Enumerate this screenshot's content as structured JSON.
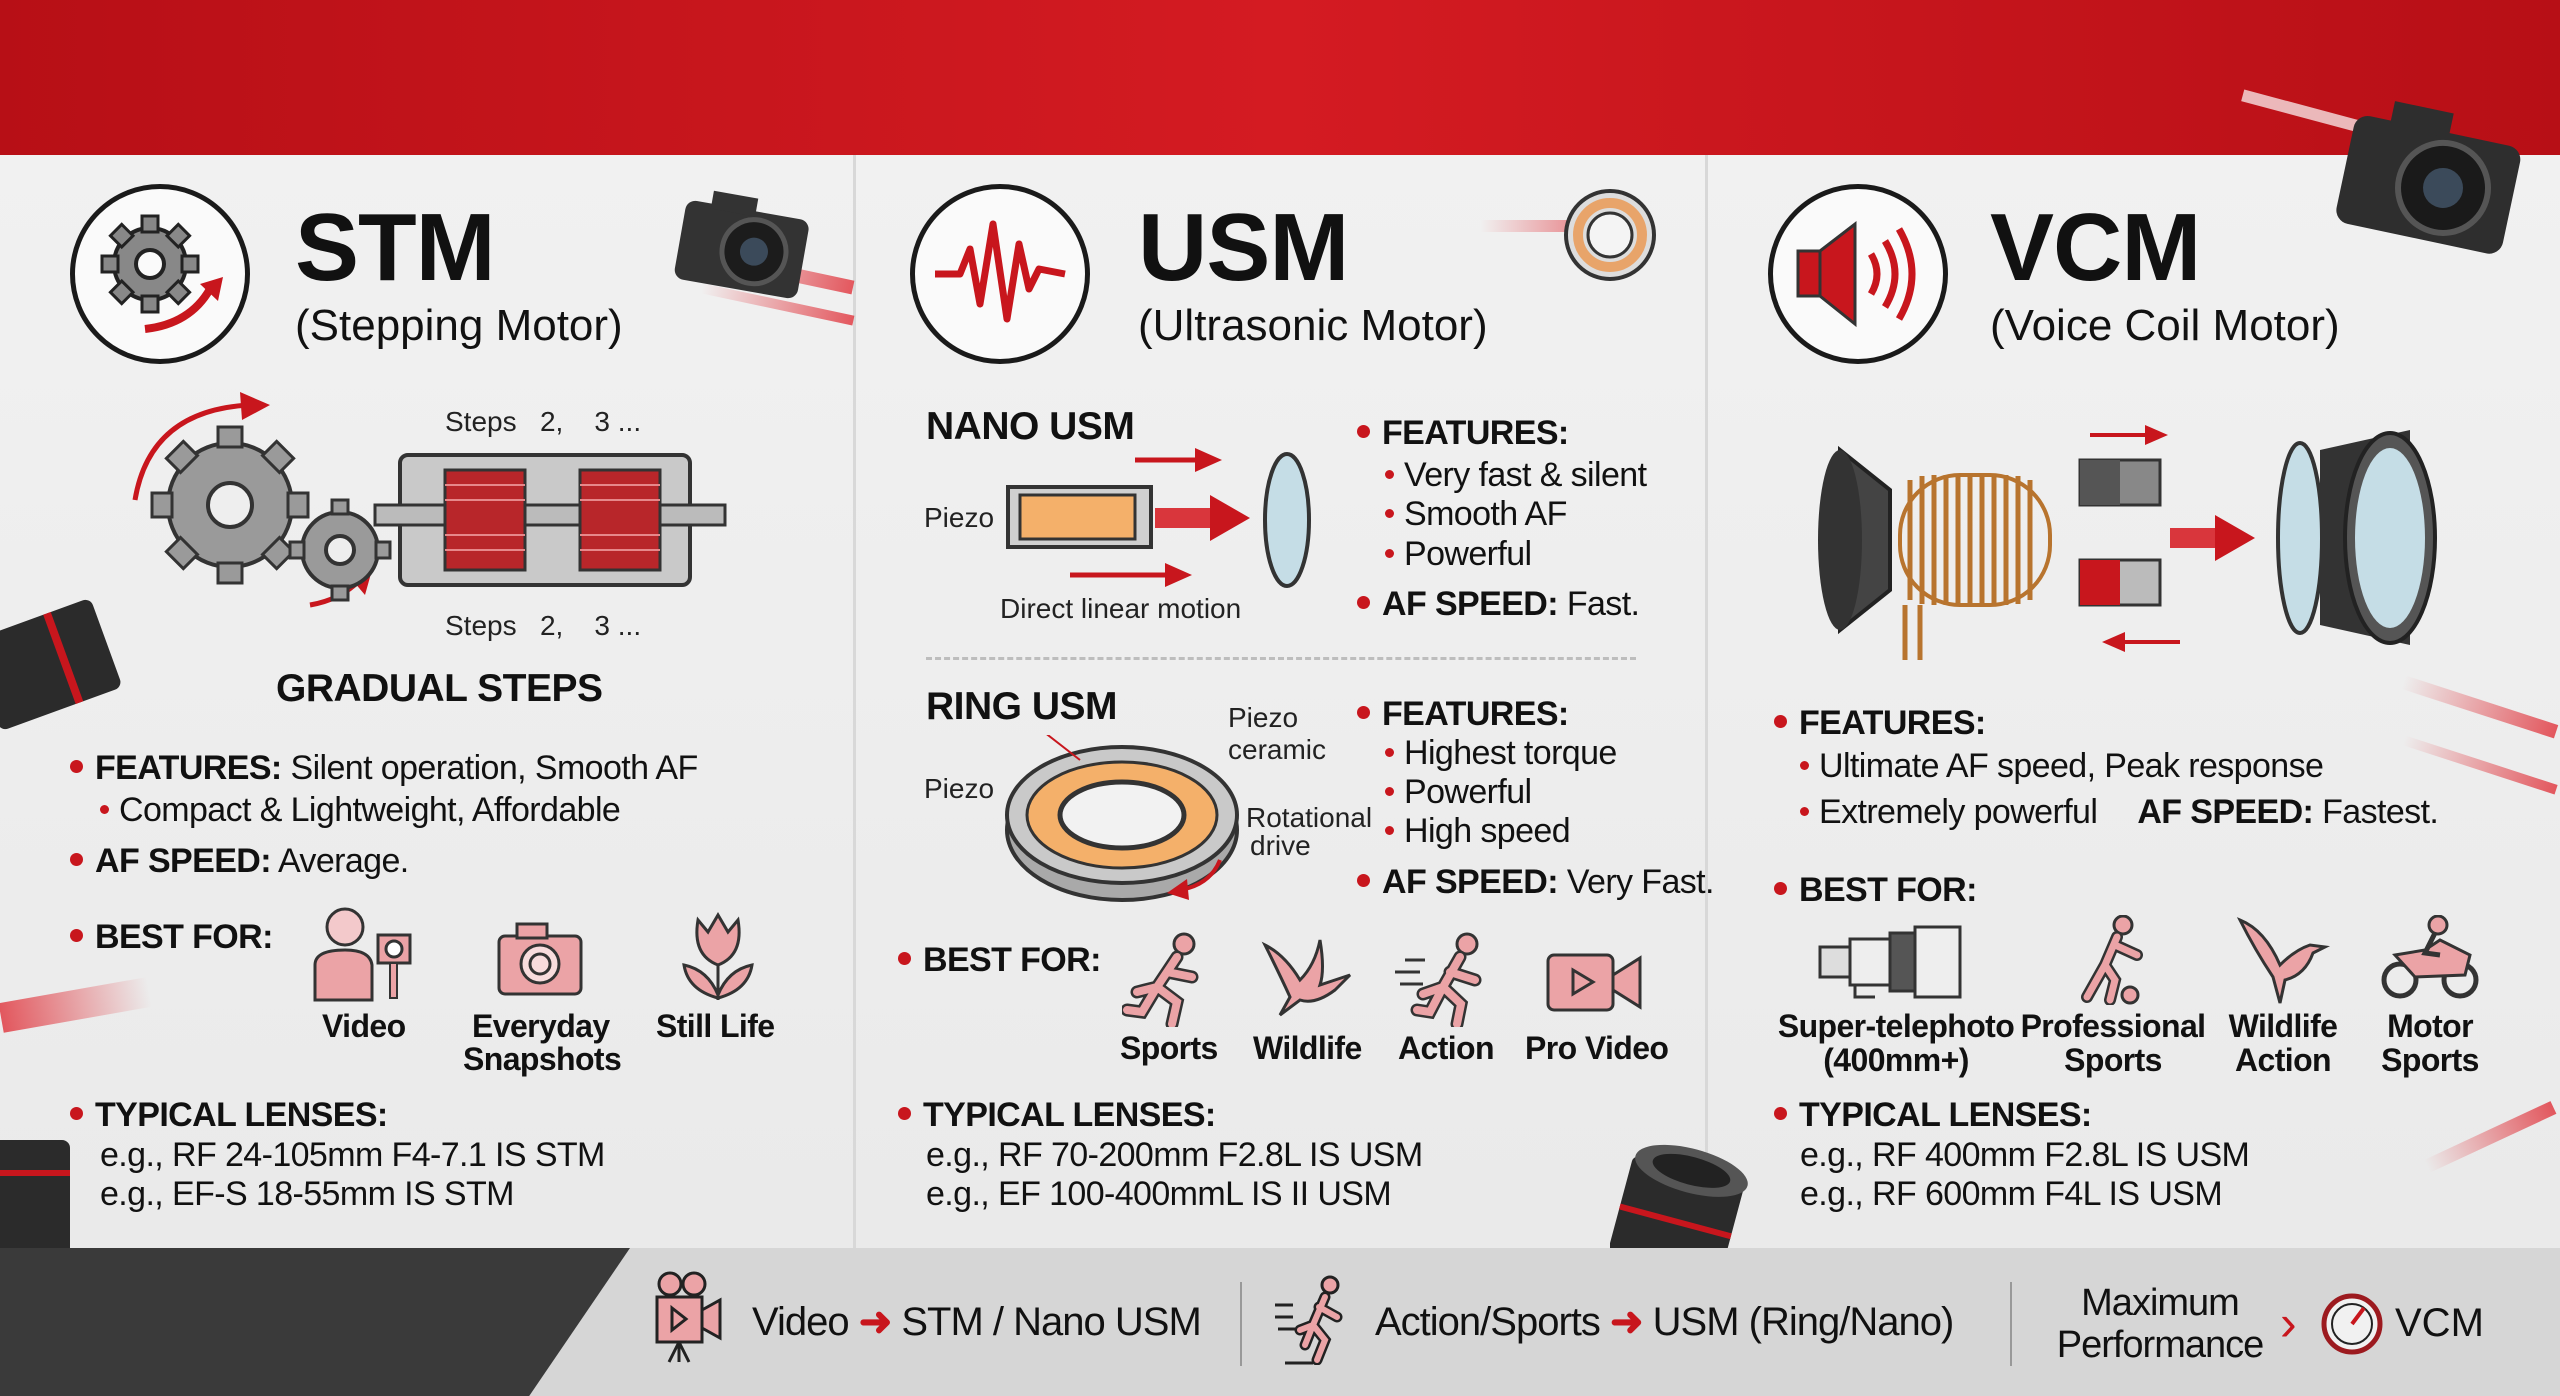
{
  "colors": {
    "accent": "#c8161d",
    "banner": "#c8161d",
    "text": "#111111",
    "icon_fill": "#eba3a6",
    "bottom_bar": "#d9d9d9",
    "bottom_dark": "#3a3a3a"
  },
  "stm": {
    "title": "STM",
    "subtitle": "(Stepping Motor)",
    "icon": "gear-rotation-icon",
    "diagram": {
      "steps_top": "Steps   2,    3 ...",
      "steps_bottom": "Steps   2,    3 ...",
      "caption": "GRADUAL STEPS"
    },
    "features_label": "FEATURES:",
    "features_line1": "Silent operation,  Smooth AF",
    "features_line2": "Compact & Lightweight,  Affordable",
    "af_speed_label": "AF SPEED:",
    "af_speed": "Average.",
    "best_for_label": "BEST FOR:",
    "best_for": [
      {
        "line1": "Video",
        "line2": "",
        "icon": "vlogger-icon"
      },
      {
        "line1": "Everyday",
        "line2": "Snapshots",
        "icon": "camera-icon"
      },
      {
        "line1": "Still Life",
        "line2": "",
        "icon": "tulip-icon"
      }
    ],
    "lenses_label": "TYPICAL LENSES:",
    "lenses": [
      "e.g., RF 24-105mm F4-7.1 IS STM",
      "e.g., EF-S 18-55mm IS STM"
    ]
  },
  "usm": {
    "title": "USM",
    "subtitle": "(Ultrasonic Motor)",
    "icon": "waveform-icon",
    "nano": {
      "title": "NANO USM",
      "piezo_label": "Piezo",
      "motion_label": "Direct linear motion",
      "features_label": "FEATURES:",
      "features": [
        "Very fast & silent",
        "Smooth AF",
        "Powerful"
      ],
      "af_speed_label": "AF SPEED:",
      "af_speed": "Fast."
    },
    "ring": {
      "title": "RING USM",
      "piezo_ceramic_line1": "Piezo",
      "piezo_ceramic_line2": "ceramic",
      "piezo_label": "Piezo",
      "rotational_line1": "Rotational",
      "rotational_line2": "drive",
      "features_label": "FEATURES:",
      "features": [
        "Highest torque",
        "Powerful",
        "High speed"
      ],
      "af_speed_label": "AF SPEED:",
      "af_speed": "Very Fast."
    },
    "best_for_label": "BEST FOR:",
    "best_for": [
      {
        "line1": "Sports",
        "icon": "runner-icon"
      },
      {
        "line1": "Wildlife",
        "icon": "bird-icon"
      },
      {
        "line1": "Action",
        "icon": "sprinter-icon"
      },
      {
        "line1": "Pro Video",
        "icon": "video-camera-icon"
      }
    ],
    "lenses_label": "TYPICAL LENSES:",
    "lenses": [
      "e.g., RF 70-200mm F2.8L IS USM",
      "e.g., EF 100-400mmL IS II USM"
    ]
  },
  "vcm": {
    "title": "VCM",
    "subtitle": "(Voice Coil Motor)",
    "icon": "speaker-icon",
    "features_label": "FEATURES:",
    "features_line1": "Ultimate AF speed,  Peak response",
    "features_line2": "Extremely powerful",
    "af_speed_label": "AF SPEED:",
    "af_speed": "Fastest.",
    "best_for_label": "BEST FOR:",
    "best_for": [
      {
        "line1": "Super-telephoto",
        "line2": "(400mm+)",
        "icon": "telephoto-lens-icon"
      },
      {
        "line1": "Professional",
        "line2": "Sports",
        "icon": "soccer-player-icon"
      },
      {
        "line1": "Wildlife",
        "line2": "Action",
        "icon": "bird-icon"
      },
      {
        "line1": "Motor",
        "line2": "Sports",
        "icon": "motorcycle-icon"
      }
    ],
    "lenses_label": "TYPICAL LENSES:",
    "lenses": [
      "e.g., RF 400mm F2.8L IS USM",
      "e.g., RF 600mm F4L IS USM"
    ]
  },
  "summary": [
    {
      "from": "Video",
      "to": "STM / Nano USM",
      "icon": "movie-camera-icon"
    },
    {
      "from": "Action/Sports",
      "to": "USM (Ring/Nano)",
      "icon": "sprinter-icon"
    },
    {
      "from_line1": "Maximum",
      "from_line2": "Performance",
      "to": "VCM",
      "icon": "gauge-icon"
    }
  ]
}
